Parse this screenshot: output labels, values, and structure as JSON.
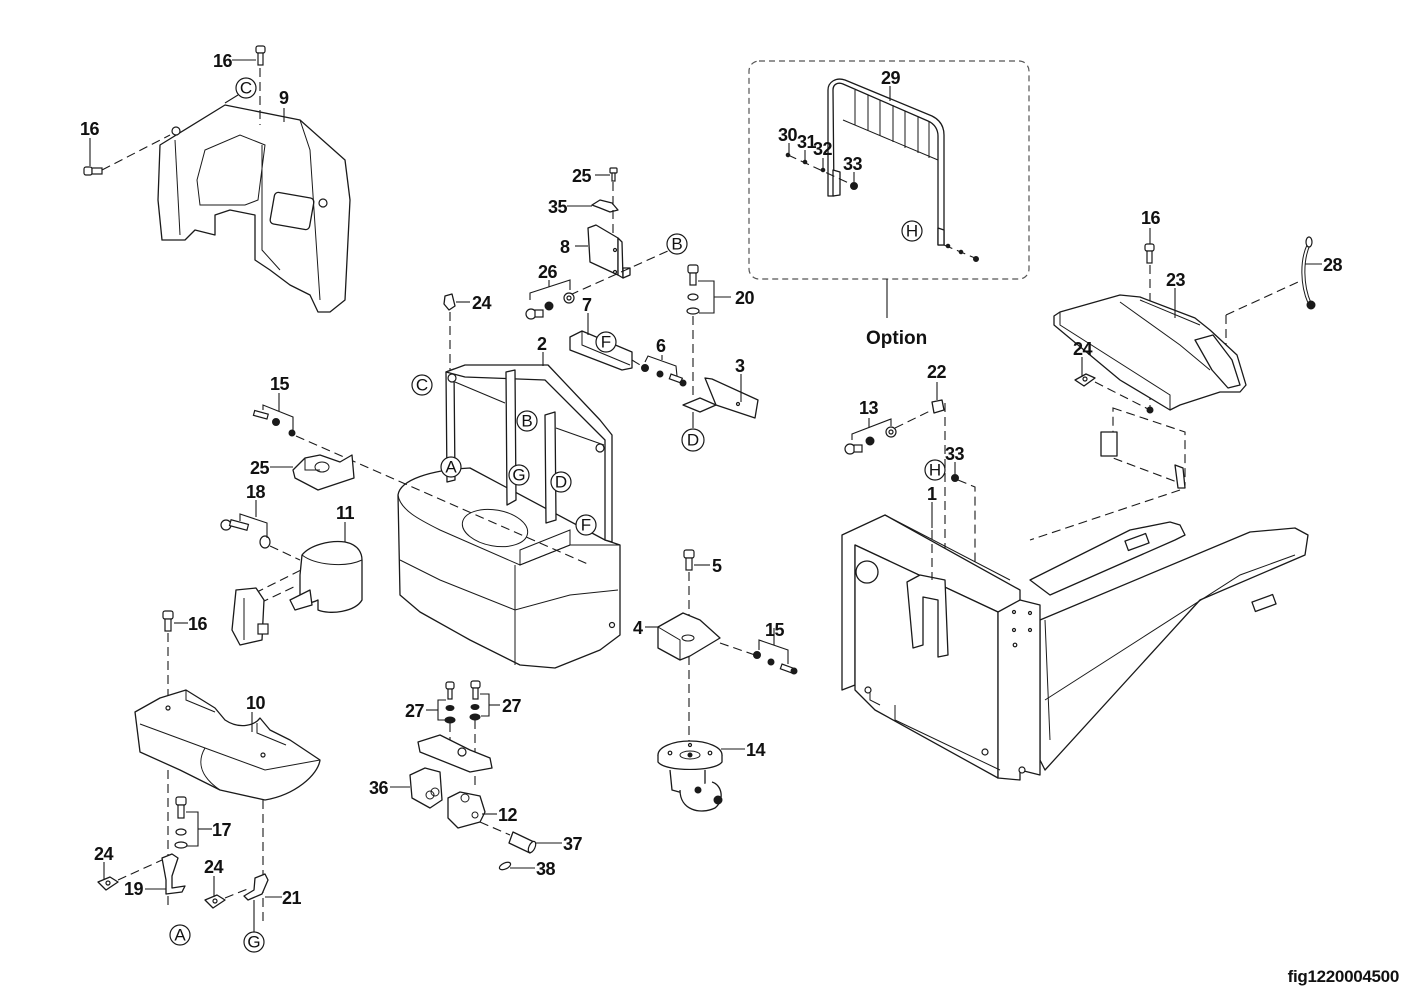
{
  "figure": {
    "id": "fig1220004500",
    "option_label": "Option"
  },
  "callouts": {
    "c16a": "16",
    "c16b": "16",
    "c16c": "16",
    "c16d": "16",
    "c9": "9",
    "c25a": "25",
    "c35": "35",
    "c8": "8",
    "c26": "26",
    "c24a": "24",
    "c7": "7",
    "c6": "6",
    "c20": "20",
    "c2": "2",
    "c3": "3",
    "c15a": "15",
    "c25b": "25",
    "c18": "18",
    "c11": "11",
    "c5": "5",
    "c4": "4",
    "c15b": "15",
    "c14": "14",
    "c10": "10",
    "c17": "17",
    "c24b": "24",
    "c19": "19",
    "c24c": "24",
    "c21": "21",
    "c27a": "27",
    "c27b": "27",
    "c36": "36",
    "c12": "12",
    "c37": "37",
    "c38": "38",
    "c29": "29",
    "c30": "30",
    "c31": "31",
    "c32": "32",
    "c33a": "33",
    "c23": "23",
    "c28": "28",
    "c24d": "24",
    "c22": "22",
    "c13": "13",
    "c33b": "33",
    "c1": "1"
  },
  "refs": {
    "C_top": "C",
    "B_right": "B",
    "F_bracket": "F",
    "D_bracket": "D",
    "C_frame": "C",
    "B_frame": "B",
    "A_frame": "A",
    "G_frame": "G",
    "D_frame": "D",
    "F_frame": "F",
    "A_bottom": "A",
    "G_bottom": "G",
    "H_option": "H",
    "H_chassis": "H"
  }
}
